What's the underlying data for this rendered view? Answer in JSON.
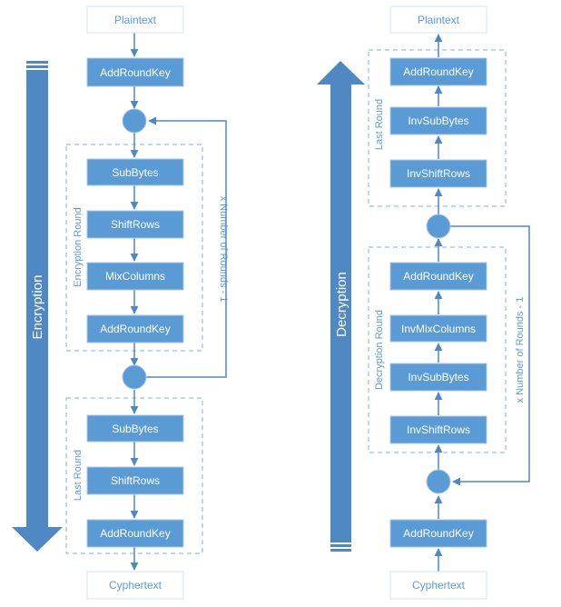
{
  "colors": {
    "box_fill": "#5b9bd5",
    "box_stroke": "#a9c8ea",
    "io_stroke": "#d6e4f3",
    "dashed": "#7fb0dd",
    "big_arrow": "#4f88c2",
    "line": "#4f88c2",
    "text_blue": "#5b9bd5"
  },
  "encryption": {
    "label": "Encryption",
    "input": "Plaintext",
    "initial_step": "AddRoundKey",
    "round": {
      "label": "Encryption Round",
      "steps": [
        "SubBytes",
        "ShiftRows",
        "MixColumns",
        "AddRoundKey"
      ]
    },
    "repeat_label": "x Number of Rounds - 1",
    "last_round": {
      "label": "Last Round",
      "steps": [
        "SubBytes",
        "ShiftRows",
        "AddRoundKey"
      ]
    },
    "output": "Cyphertext"
  },
  "decryption": {
    "label": "Decryption",
    "output": "Plaintext",
    "last_round": {
      "label": "Last Round",
      "steps": [
        "AddRoundKey",
        "InvSubBytes",
        "InvShiftRows"
      ]
    },
    "round": {
      "label": "Decryption Round",
      "steps": [
        "AddRoundKey",
        "InvMixColumns",
        "InvSubBytes",
        "InvShiftRows"
      ]
    },
    "repeat_label": "x Number of Rounds - 1",
    "initial_step": "AddRoundKey",
    "input": "Cyphertext"
  }
}
